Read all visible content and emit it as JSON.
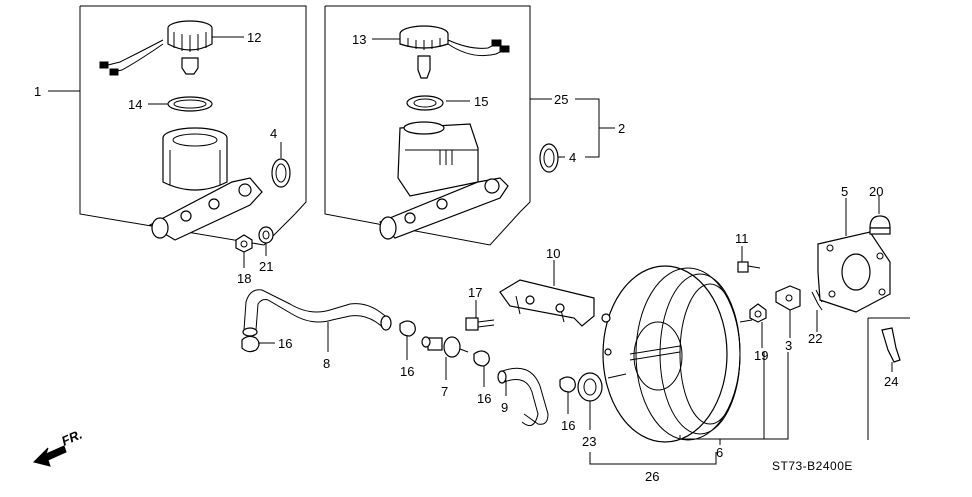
{
  "diagram": {
    "catalog_code": "ST73-B2400E",
    "direction_label": "FR.",
    "callouts": {
      "c1": "1",
      "c2": "2",
      "c3": "3",
      "c4a": "4",
      "c4b": "4",
      "c5": "5",
      "c6": "6",
      "c7": "7",
      "c8": "8",
      "c9": "9",
      "c10": "10",
      "c11": "11",
      "c12": "12",
      "c13": "13",
      "c14": "14",
      "c15": "15",
      "c16a": "16",
      "c16b": "16",
      "c16c": "16",
      "c16d": "16",
      "c17": "17",
      "c18": "18",
      "c19": "19",
      "c20": "20",
      "c21": "21",
      "c22": "22",
      "c23": "23",
      "c24": "24",
      "c25": "25",
      "c26": "26"
    }
  }
}
